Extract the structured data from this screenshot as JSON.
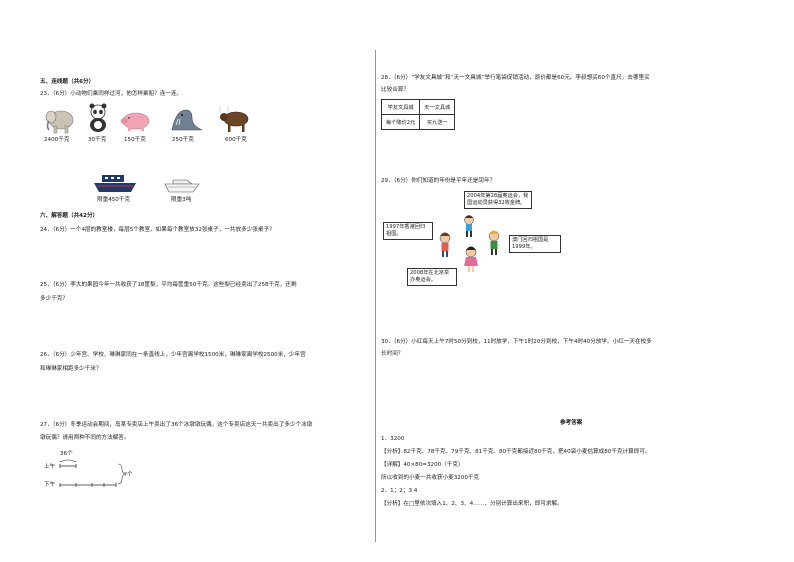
{
  "left": {
    "section5_title": "五、连线题（共6分）",
    "q23": "23．（6分）小动物们乘同样过河，他怎样乘船？连一连。",
    "animals": [
      {
        "name": "elephant",
        "weight": "2400千克",
        "color": "#c9c3b4"
      },
      {
        "name": "panda",
        "weight": "30千克",
        "color": "#333333"
      },
      {
        "name": "pig",
        "weight": "150千克",
        "color": "#f1a4b4"
      },
      {
        "name": "seal",
        "weight": "250千克",
        "color": "#6f8191"
      },
      {
        "name": "yak",
        "weight": "600千克",
        "color": "#6b4524"
      }
    ],
    "boats": [
      {
        "name": "ship",
        "label": "限重450千克"
      },
      {
        "name": "yacht",
        "label": "限重3吨"
      }
    ],
    "section6_title": "六、解答题（共42分）",
    "q24": "24．（6分）一个4层的教室楼，每层5个教室。如果每个教室放32张桌子，一共放多少张桌子？",
    "q25_l1": "25．（6分）李大的果园今年一共收获了18筐梨，平均每筐重50千克。这些梨已经卖出了258千克，还剩",
    "q25_l2": "多少千克？",
    "q26_l1": "26．（6分）少年宫、学校、琳琳家同在一条直线上，少年宫离学校1500米，琳琳家离学校2500米，少年宫",
    "q26_l2": "和琳琳家相距多少千米？",
    "q27_l1": "27．（6分）冬季运动会期间，岛某专卖店上午卖出了36个冰墩墩玩偶，这个专卖店这天一共卖出了多少个冰墩",
    "q27_l2": "墩玩偶？请用两种不同的方法解答。",
    "diagram": {
      "top_value": "36个",
      "am_label": "上午",
      "pm_label": "下午",
      "brace_label": "?个"
    }
  },
  "right": {
    "q28_l1": "28．（6分）“学友文具城”和“天一文具城”举行笔袋促销活动，原价都是60元。李叔想买60个直尺，去哪里买",
    "q28_l2": "比较合算？",
    "store_table": [
      [
        "学友文具城",
        "天一文具城"
      ],
      [
        "每个降价2元",
        "买九送一"
      ]
    ],
    "q29": "29．（6分）你们知道的年份是平年还是闰年？",
    "bubbles": [
      "1997年香港回归祖国。",
      "2004年第28届奥运会，我国运动员获得32枚金牌。",
      "澳门回归祖国是1999年。",
      "2008年在北京举办奥运会。"
    ],
    "q30_l1": "30．（6分）小红每天上午7时50分到校，11时放学，下午1时20分到校，下午4时40分放学。小红一天在校多",
    "q30_l2": "长时间？",
    "answers_title": "参考答案",
    "a1": "1．3200",
    "a1_analysis": "【分析】82千克、78千克、79千克、81千克、80千克都接近80千克，把40袋小麦估算成80千克计算即可。",
    "a1_detail": "【详解】40×80=3200（千克）",
    "a1_conclusion": "所以收到的小麦一共收获小麦3200千克",
    "a2": "2．1；2；3      4",
    "a2_analysis": "【分析】在□里依次填入1、2、3、4……，分别计算出来积，即可求解。"
  },
  "colors": {
    "text": "#222222",
    "divider": "#999999",
    "ship": "#1e3a6e"
  }
}
